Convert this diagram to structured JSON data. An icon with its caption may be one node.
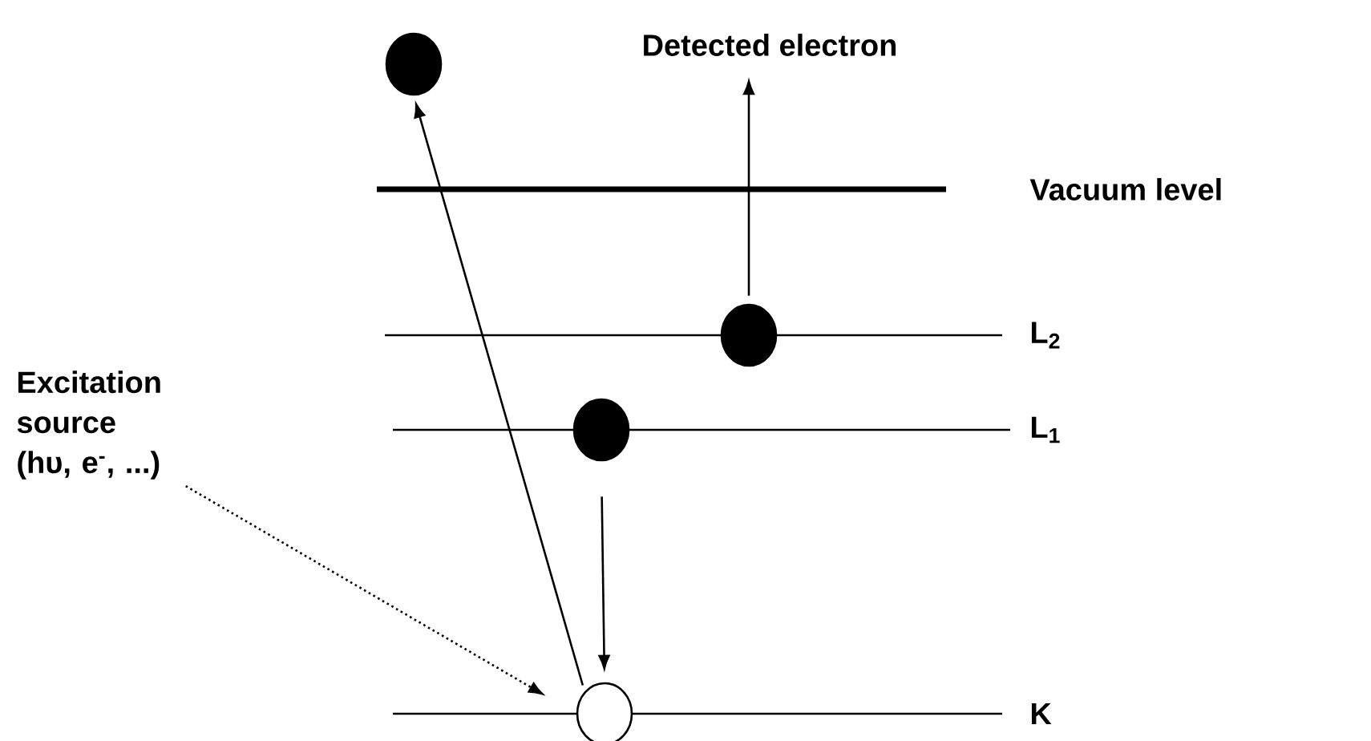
{
  "diagram": {
    "nodes": [
      {
        "text": [],
        "shape": "circle"
      },
      {
        "text": [],
        "shape": "circle"
      },
      {
        "text": [],
        "shape": "circle"
      },
      {
        "text": [],
        "shape": "circle"
      },
      {
        "text": [
          "Excitation source (hυ, e$^{-}$, ...)"
        ]
      },
      {
        "text": [
          "Detected electron"
        ]
      }
    ],
    "edges": [
      {
        "from": 4,
        "to": 3,
        "arrow": "to",
        "style": "dashed"
      },
      {
        "from": 3,
        "to": 0,
        "arrow": "to"
      },
      {
        "from": 2,
        "to": 3,
        "arrow": "to"
      },
      {
        "from": 1,
        "to": 5,
        "arrow": "to"
      }
    ],
    "labels": [
      "Vacuum level",
      "L$_{2}$",
      "L$_{1}$",
      "K"
    ]
  }
}
